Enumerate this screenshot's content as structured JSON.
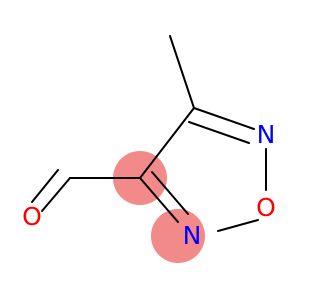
{
  "molecule": {
    "atoms": {
      "ring_nitrogen_top": {
        "label": "N"
      },
      "ring_oxygen": {
        "label": "O"
      },
      "ring_nitrogen_bottom": {
        "label": "N"
      },
      "carbonyl_oxygen": {
        "label": "O"
      }
    },
    "colors": {
      "bond": "#000000",
      "nitrogen": "#0000ff",
      "oxygen": "#ff0000",
      "highlight": "#f28a8a"
    }
  }
}
